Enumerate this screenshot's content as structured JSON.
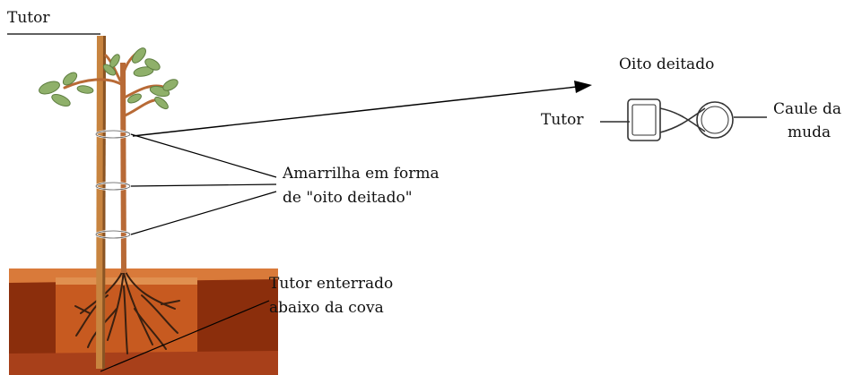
{
  "labels": {
    "tutor_top": "Tutor",
    "oito_title": "Oito deitado",
    "tutor_right": "Tutor",
    "caule_line1": "Caule da",
    "caule_line2": "muda",
    "amarrilha_line1": "Amarrilha em forma",
    "amarrilha_line2": "de \"oito deitado\"",
    "enterrado_line1": "Tutor enterrado",
    "enterrado_line2": "abaixo da cova"
  },
  "colors": {
    "soil_dark": "#8b2e0c",
    "soil_mid": "#b2481a",
    "soil_light": "#d97a3a",
    "pit": "#c75a20",
    "stake": "#c8843f",
    "stake_shadow": "#8a5424",
    "stem": "#b86a36",
    "leaf": "#8fb06a",
    "root": "#3a2010",
    "line": "#000000"
  }
}
